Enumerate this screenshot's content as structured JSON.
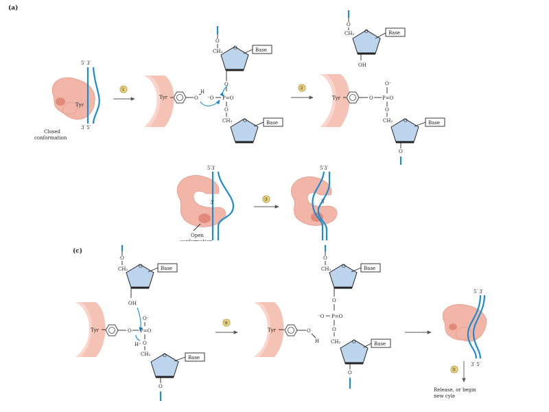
{
  "panels": {
    "a": "(a)",
    "c": "(c)"
  },
  "steps": [
    "①",
    "②",
    "③",
    "④",
    "⑤"
  ],
  "labels": {
    "base": "Base",
    "tyr": "Tyr",
    "ch2": "CH₂",
    "o": "O",
    "oh": "OH",
    "h": "H",
    "hplus": "H⁺",
    "ominus": "⁻O",
    "ominus_top": "O⁻",
    "p": "P",
    "peq": "P=O",
    "ends_top": "5′ 3′",
    "ends_bottom": "3′ 5′",
    "ends_top_b": "5′3′",
    "three_prime": "3′",
    "closed_line1": "Closed",
    "closed_line2": "conformation",
    "open_line1": "Open",
    "open_line2": "conformation",
    "release_line1": "Release, or begin",
    "release_line2": "new cyle"
  }
}
